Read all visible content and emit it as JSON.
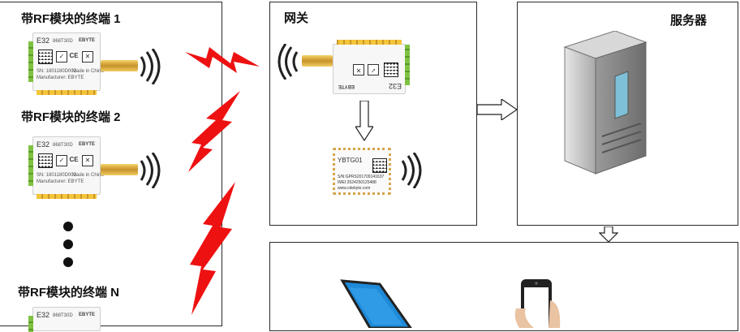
{
  "terminals": [
    {
      "label": "带RF模块的终端 1"
    },
    {
      "label": "带RF模块的终端 2"
    },
    {
      "label": "带RF模块的终端 N"
    }
  ],
  "module": {
    "model": "E32",
    "submodel": "868T30D",
    "brand": "EBYTE",
    "sn": "SN: 1801180D001",
    "made_in": "Made in China",
    "manufacturer": "Manufacturer: EBYTE"
  },
  "gateway": {
    "title": "网关",
    "gprs": {
      "model": "YBTG01",
      "sn": "S/N:GPRS201709141637",
      "imei": "IMEI:3524250125488",
      "website": "www.cdebyte.com"
    }
  },
  "server": {
    "title": "服务器"
  },
  "colors": {
    "bolt": "#ee1111",
    "server_window": "#7ec0d8",
    "screen": "#1e8ad8"
  }
}
